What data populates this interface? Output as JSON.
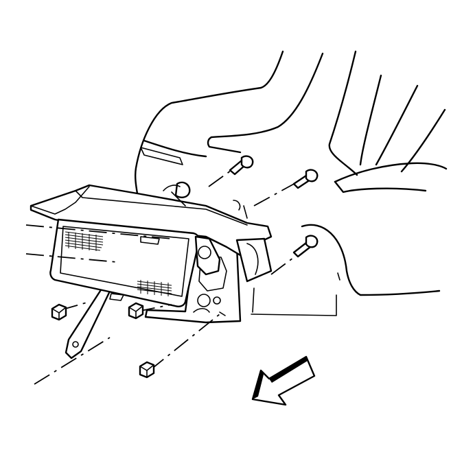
{
  "diagram": {
    "type": "exploded-assembly-illustration",
    "labels": [],
    "fasteners": {
      "bolts": 3,
      "nuts": 3
    },
    "direction_arrow": "front-of-vehicle"
  }
}
